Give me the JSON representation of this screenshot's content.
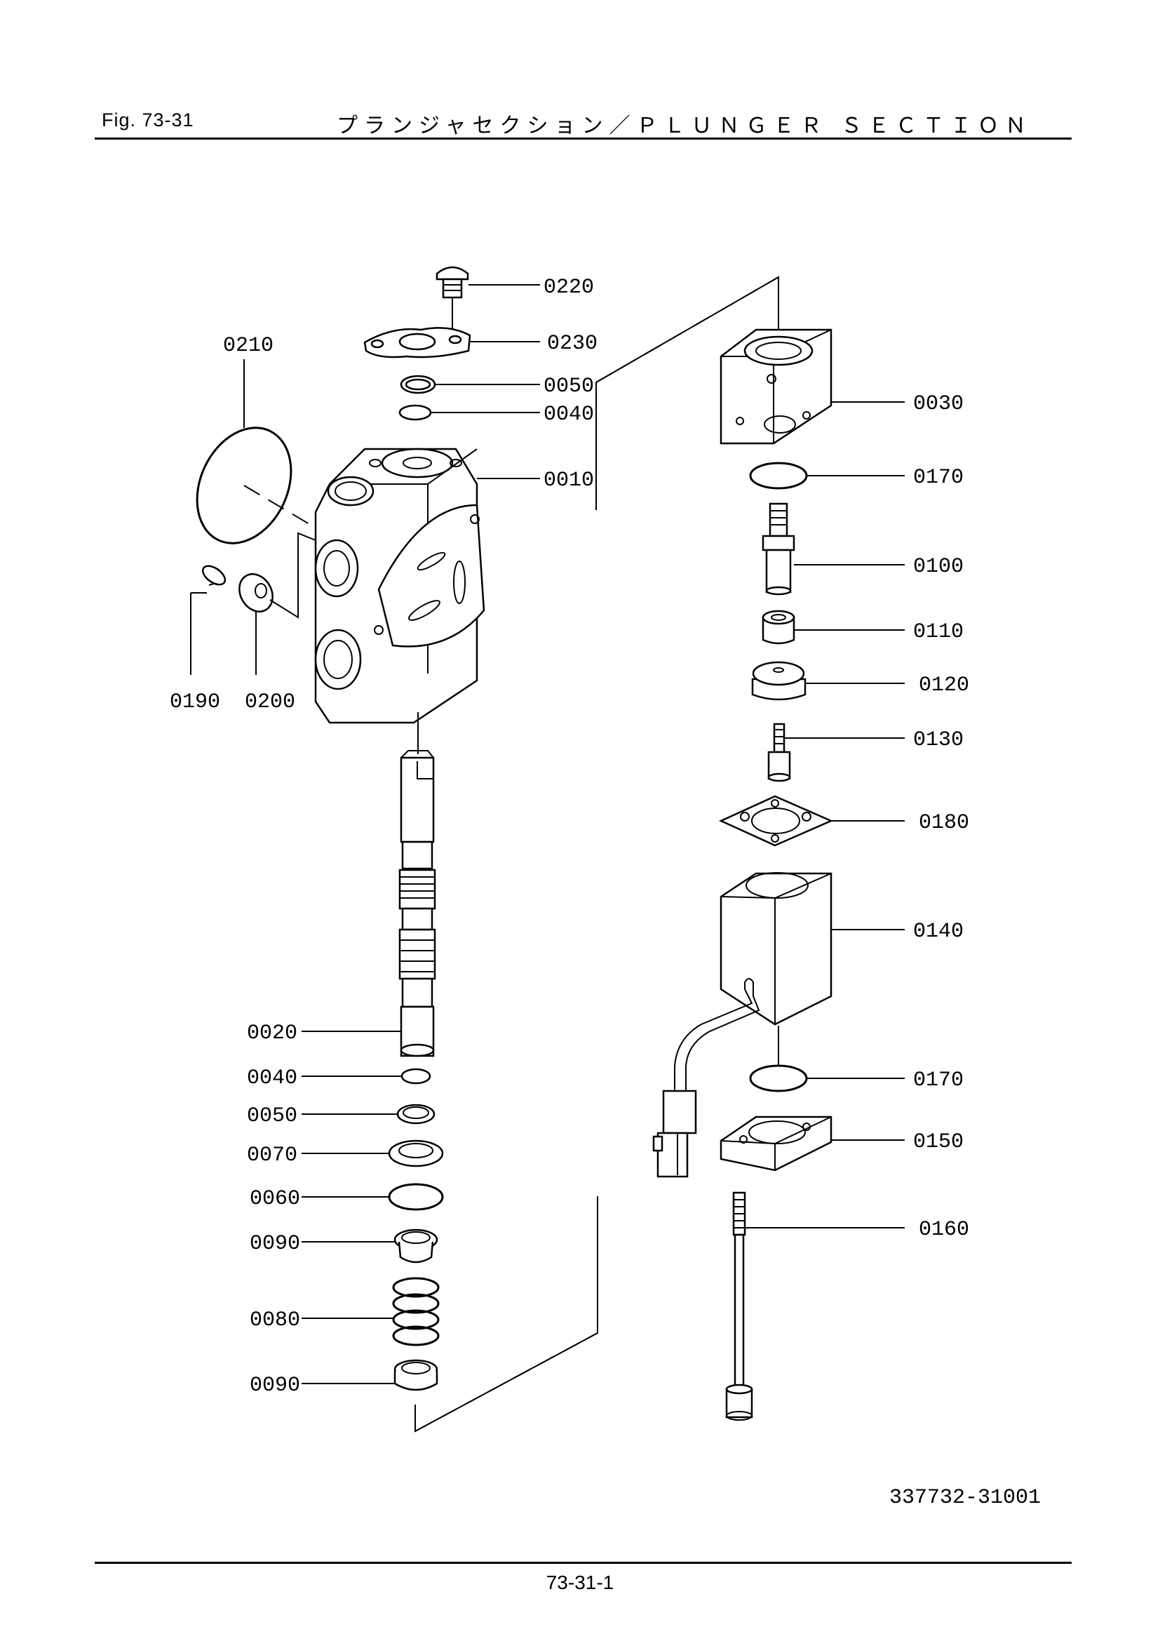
{
  "header": {
    "figure_label": "Fig.  73-31",
    "title": "プランジャセクション／ＰＬＵＮＧＥＲ ＳＥＣＴＩＯＮ"
  },
  "drawing_number": "337732-31001",
  "page_number": "73-31-1",
  "callouts": {
    "c0220": "0220",
    "c0230": "0230",
    "c0210": "0210",
    "c0050a": "0050",
    "c0040a": "0040",
    "c0010": "0010",
    "c0190": "0190",
    "c0200": "0200",
    "c0020": "0020",
    "c0040b": "0040",
    "c0050b": "0050",
    "c0070": "0070",
    "c0060": "0060",
    "c0090a": "0090",
    "c0080": "0080",
    "c0090b": "0090",
    "c0030": "0030",
    "c0170a": "0170",
    "c0100": "0100",
    "c0110": "0110",
    "c0120": "0120",
    "c0130": "0130",
    "c0180": "0180",
    "c0140": "0140",
    "c0170b": "0170",
    "c0150": "0150",
    "c0160": "0160"
  }
}
